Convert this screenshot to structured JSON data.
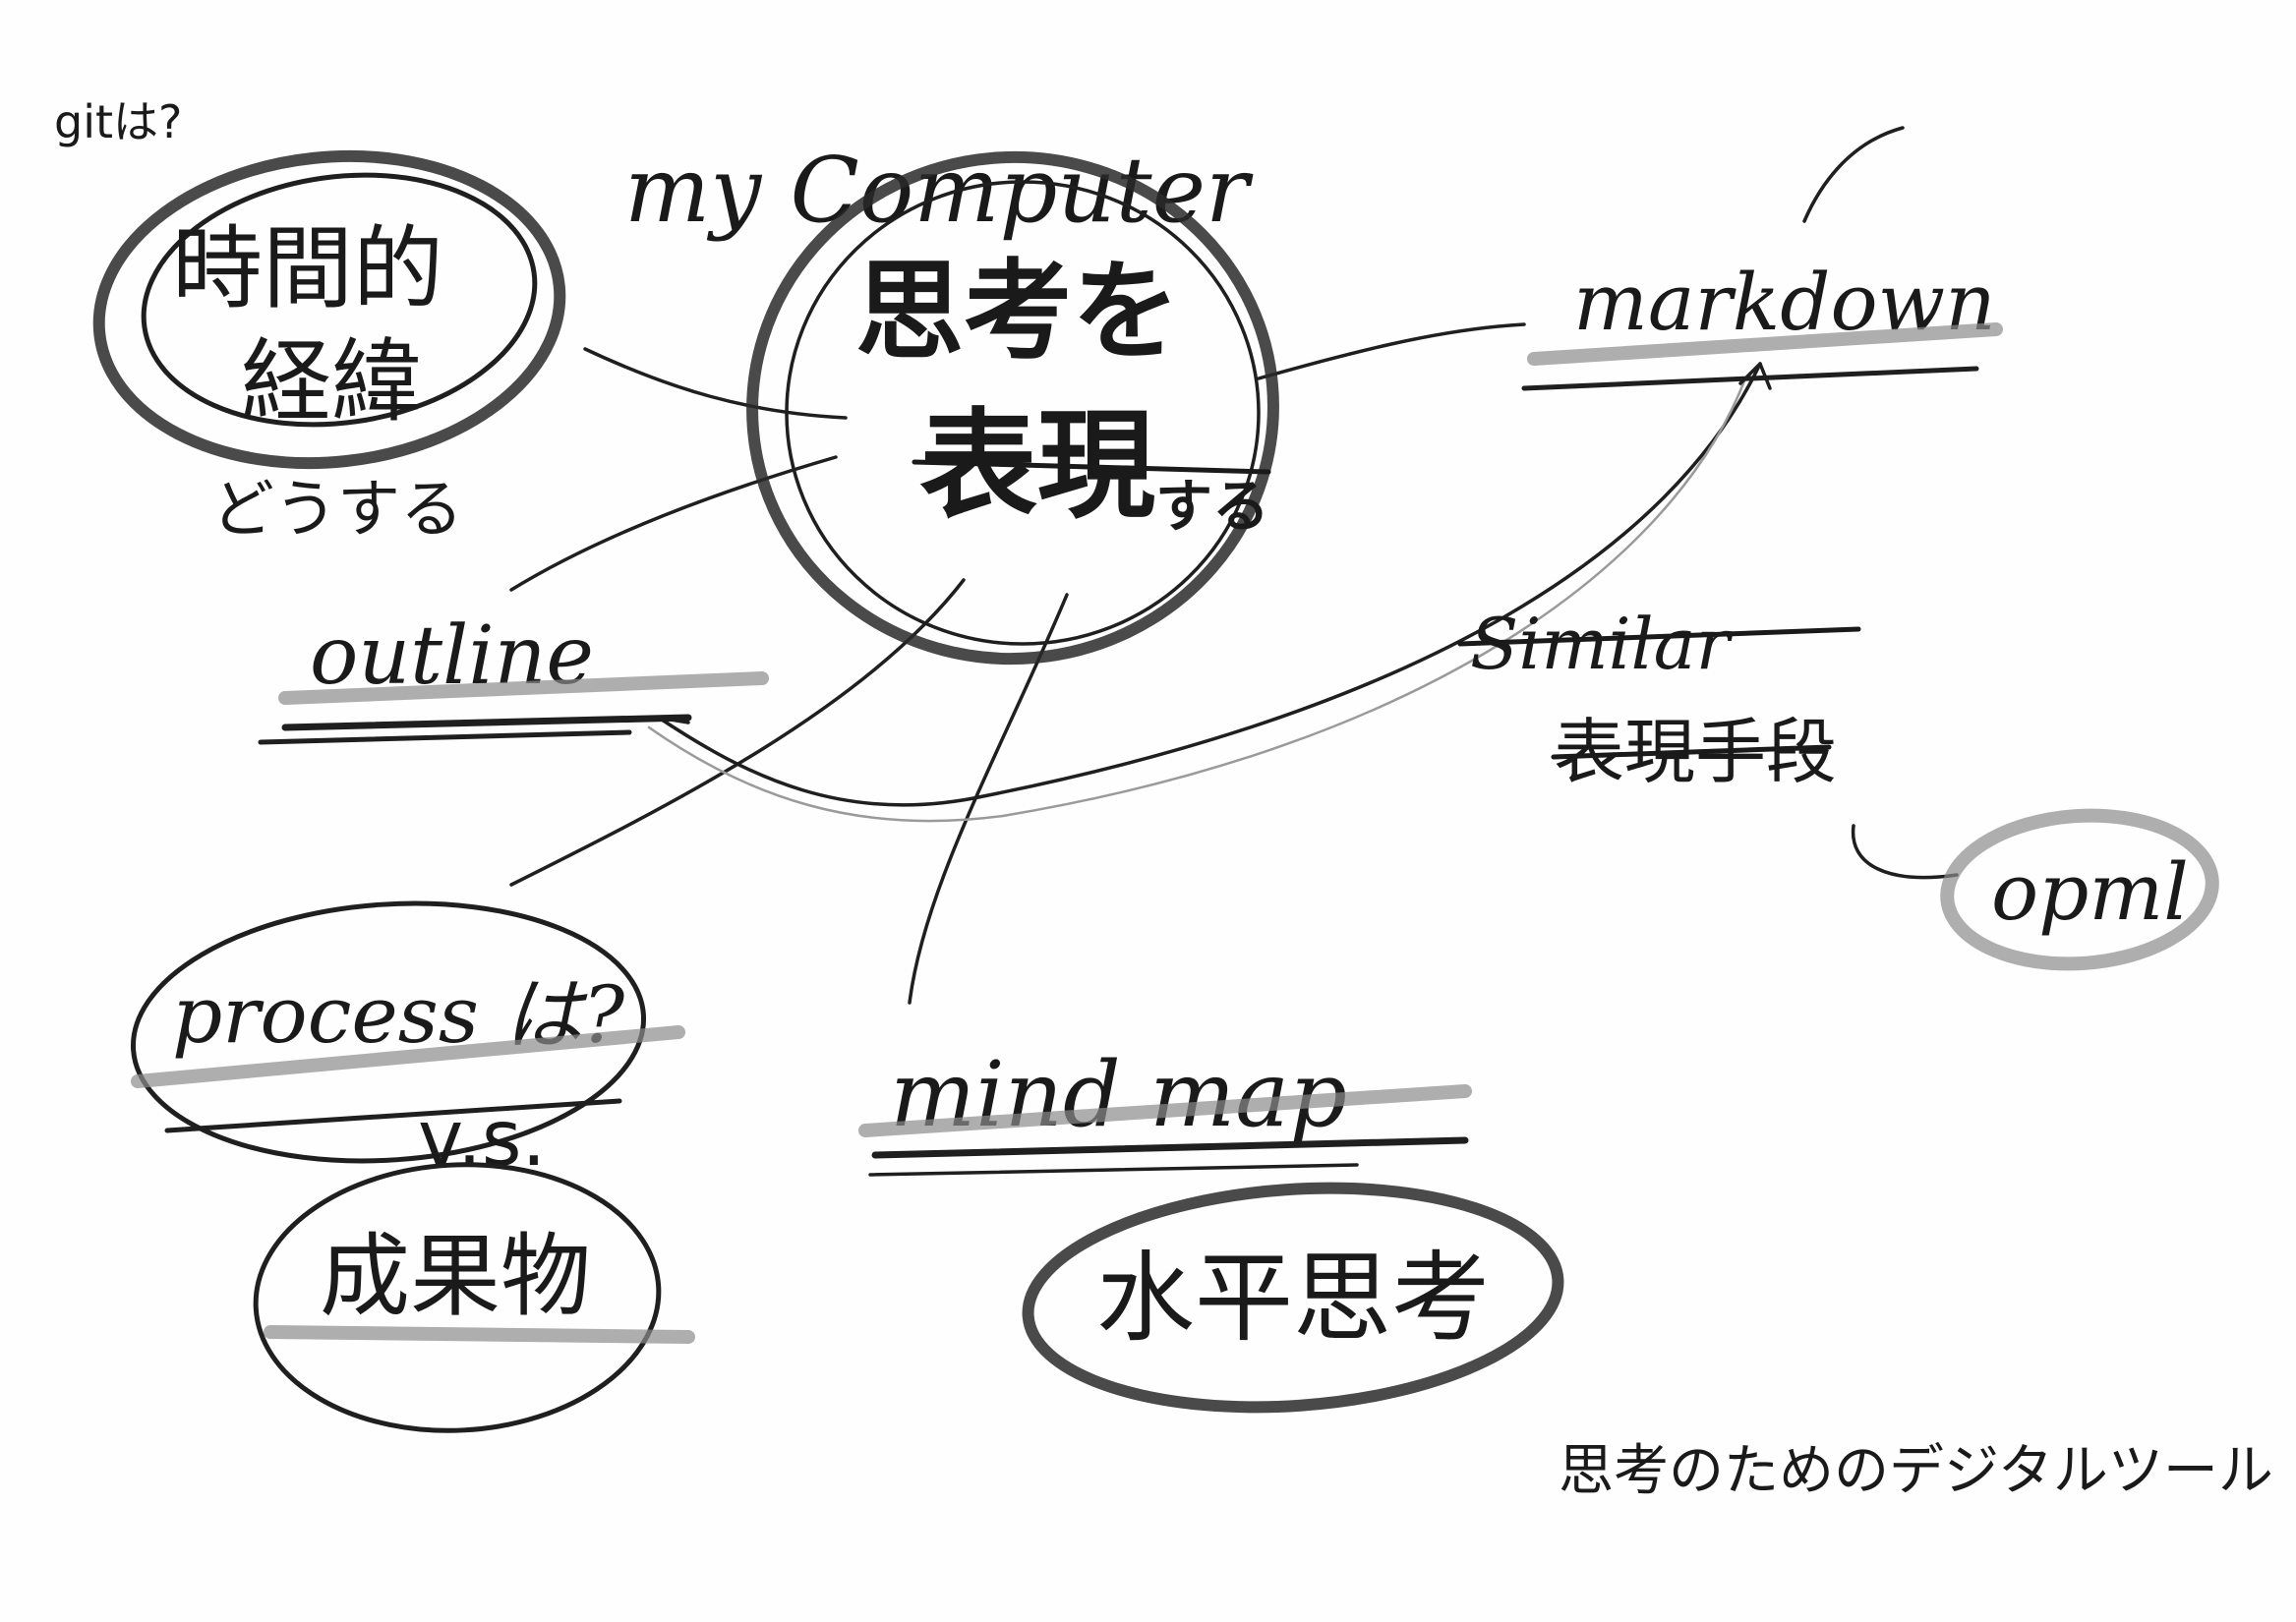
{
  "notes": {
    "git_question": "gitは?",
    "my_computer": "my Computer",
    "center_line1": "思考を",
    "center_line2": "表現",
    "center_suffix": "する",
    "left_line1": "時間的",
    "left_line2": "経緯",
    "left_line3": "どうする",
    "markdown": "markdown",
    "outline": "outline",
    "similar": "Similar",
    "similar_jp": "表現手段",
    "opml": "opml",
    "process": "process は?",
    "vs": "v.s.",
    "deliverable": "成果物",
    "mind_map": "mind map",
    "lateral": "水平思考",
    "footer": "思考のためのデジタルツール"
  }
}
